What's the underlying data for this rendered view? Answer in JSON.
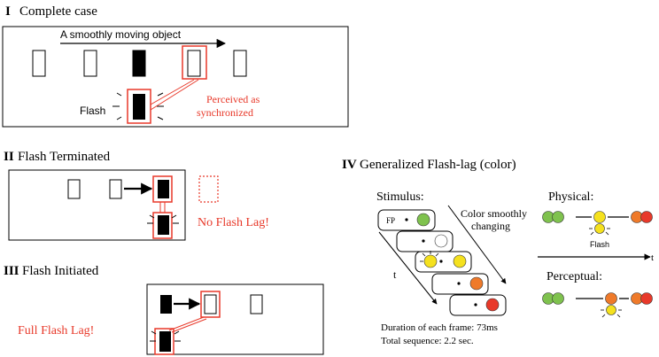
{
  "panel1": {
    "roman": "I",
    "title": "Complete case",
    "motion_label": "A smoothly moving object",
    "flash_label": "Flash",
    "perceived_line1": "Perceived as",
    "perceived_line2": "synchronized"
  },
  "panel2": {
    "roman": "II",
    "title": "Flash Terminated",
    "result": "No Flash Lag!"
  },
  "panel3": {
    "roman": "III",
    "title": "Flash Initiated",
    "result": "Full Flash Lag!"
  },
  "panel4": {
    "roman": "IV",
    "title": "Generalized Flash-lag (color)",
    "stimulus_label": "Stimulus:",
    "fp_label": "FP",
    "color_line1": "Color smoothly",
    "color_line2": "changing",
    "time_label": "t",
    "duration_line": "Duration of each frame: 73ms",
    "total_line": "Total sequence: 2.2 sec.",
    "physical_label": "Physical:",
    "flash_label": "Flash",
    "time_axis_label": "t",
    "perceptual_label": "Perceptual:"
  },
  "colors": {
    "accent_red": "#e8392a",
    "green": "#7fc24e",
    "yellow": "#f5e11e",
    "orange": "#ef7a2a",
    "red": "#e8392a"
  }
}
